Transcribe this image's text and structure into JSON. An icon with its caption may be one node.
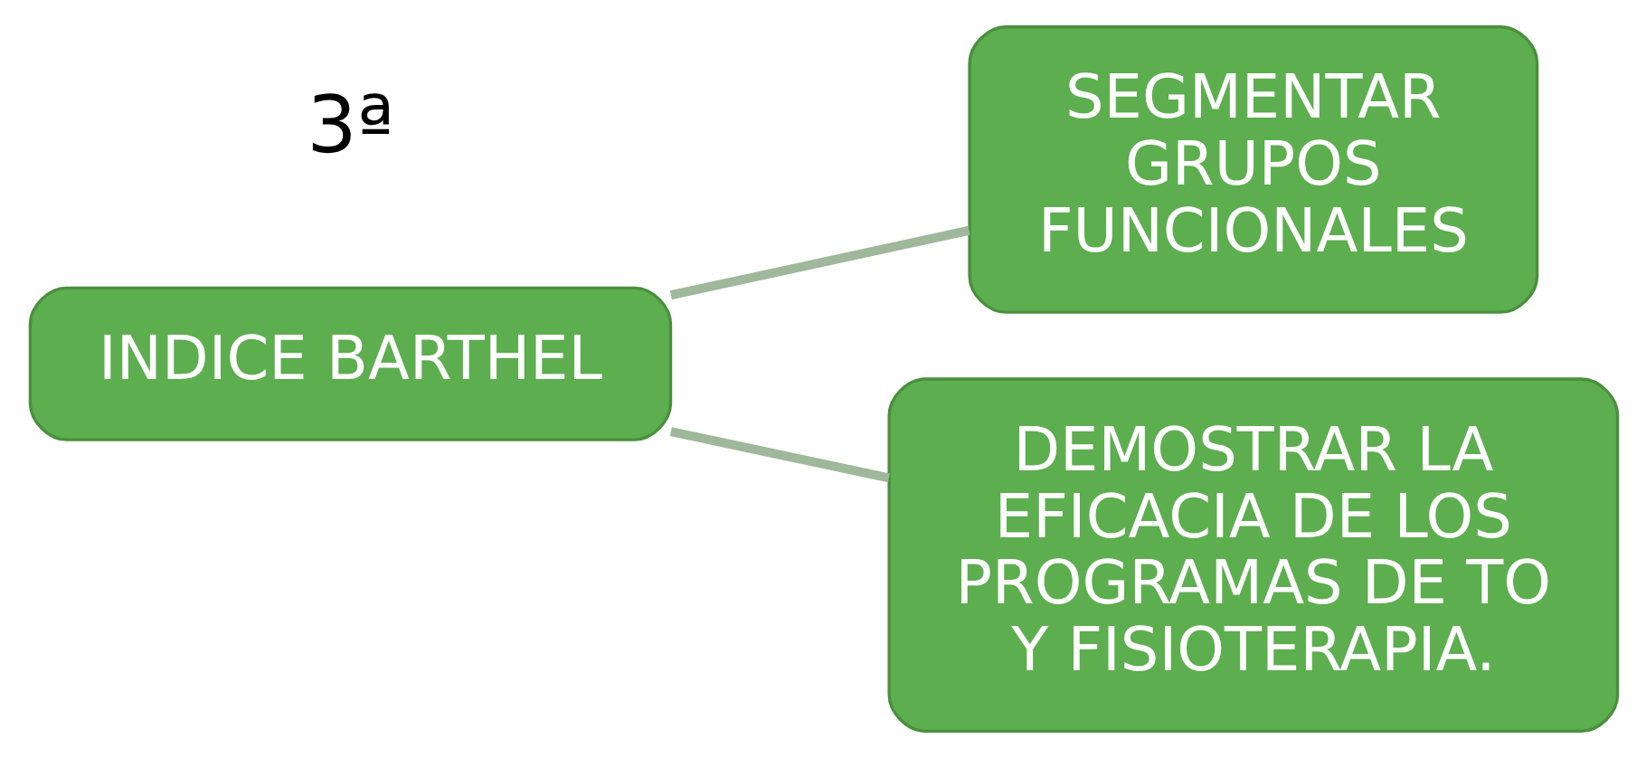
{
  "diagram": {
    "nodes": [
      {
        "text": [
          "INDICE BARTHEL"
        ]
      },
      {
        "text": [
          "SEGMENTAR GRUPOS FUNCIONALES"
        ]
      },
      {
        "text": [
          "DEMOSTRAR LA EFICACIA DE LOS PROGRAMAS DE TO Y FISIOTERAPIA."
        ]
      }
    ],
    "edges": [
      {
        "from": 0,
        "to": 1,
        "arrow": "none"
      },
      {
        "from": 0,
        "to": 2,
        "arrow": "none"
      }
    ],
    "labels": [
      "3ª"
    ]
  }
}
